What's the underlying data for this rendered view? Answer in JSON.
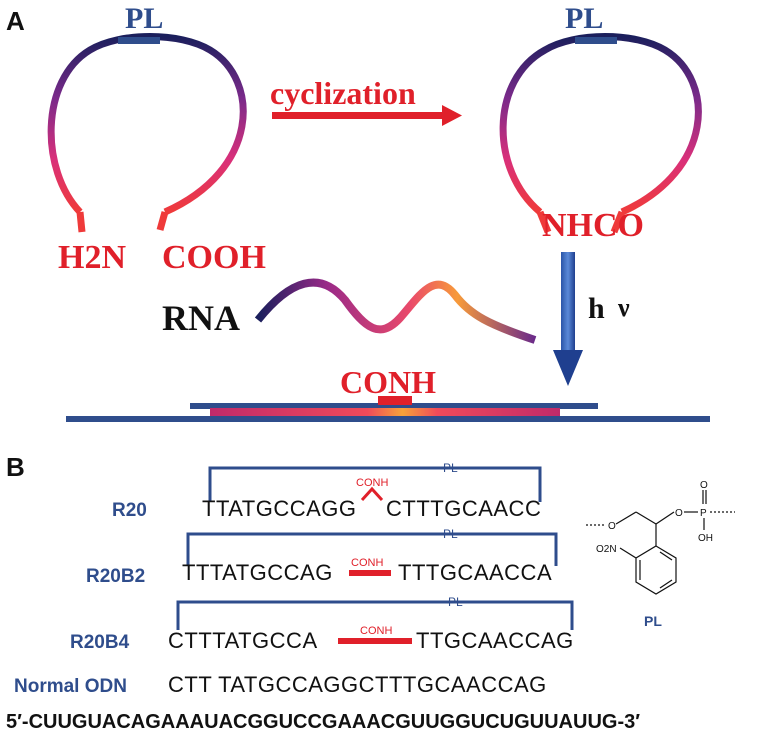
{
  "panel_a": {
    "label": "A",
    "pl_left": "PL",
    "pl_right": "PL",
    "cyclization": "cyclization",
    "h2n": "H2N",
    "cooh": "COOH",
    "nhco": "NHCO",
    "rna": "RNA",
    "hv_h": "h",
    "hv_nu": "ν",
    "conh": "CONH"
  },
  "panel_b": {
    "label": "B",
    "rows": [
      {
        "name": "R20",
        "seq_left": "TTATGCCAGG",
        "seq_right": "CTTTGCAACC",
        "pl": "PL",
        "link": "CONH"
      },
      {
        "name": "R20B2",
        "seq_left": "TTTATGCCAG",
        "seq_right": "TTTGCAACCA",
        "pl": "PL",
        "link": "CONH"
      },
      {
        "name": "R20B4",
        "seq_left": "CTTTATGCCA",
        "seq_right": "TTGCAACCAG",
        "pl": "PL",
        "link": "CONH"
      }
    ],
    "normal_name": "Normal ODN",
    "normal_seq": "CTT TATGCCAGGCTTTGCAACCAG",
    "rna_seq": "5′-CUUGUACAGAAAUACGGUCCGAAACGUUGGUCUGUUAUUG-3′",
    "structure": {
      "label": "PL",
      "o1": "O",
      "o2": "O",
      "p": "P",
      "o_top": "O",
      "oh": "OH",
      "no2": "O2N"
    }
  },
  "colors": {
    "blue": "#2f4d8c",
    "red": "#e0202a",
    "navy": "#1f3f8f",
    "dark": "#111111"
  }
}
